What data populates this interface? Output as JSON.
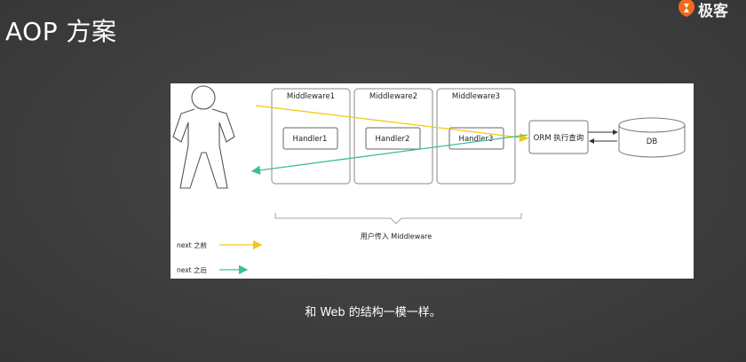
{
  "slide": {
    "title": "AOP 方案",
    "brand_text": "极客",
    "caption": "和 Web 的结构一模一样。"
  },
  "diagram": {
    "middlewares": [
      {
        "label": "Middleware1",
        "handler": "Handler1"
      },
      {
        "label": "Middleware2",
        "handler": "Handler2"
      },
      {
        "label": "Middleware3",
        "handler": "Handler3"
      }
    ],
    "orm_label": "ORM 执行查询",
    "db_label": "DB",
    "brace_label": "用户传入 Middleware",
    "legend": [
      {
        "label": "next 之前",
        "color": "#f2c811"
      },
      {
        "label": "next 之后",
        "color": "#3dbf9c"
      }
    ]
  },
  "colors": {
    "before_arrow": "#f2c811",
    "after_arrow": "#3dbf9c",
    "brand_orange": "#f26b1d"
  }
}
